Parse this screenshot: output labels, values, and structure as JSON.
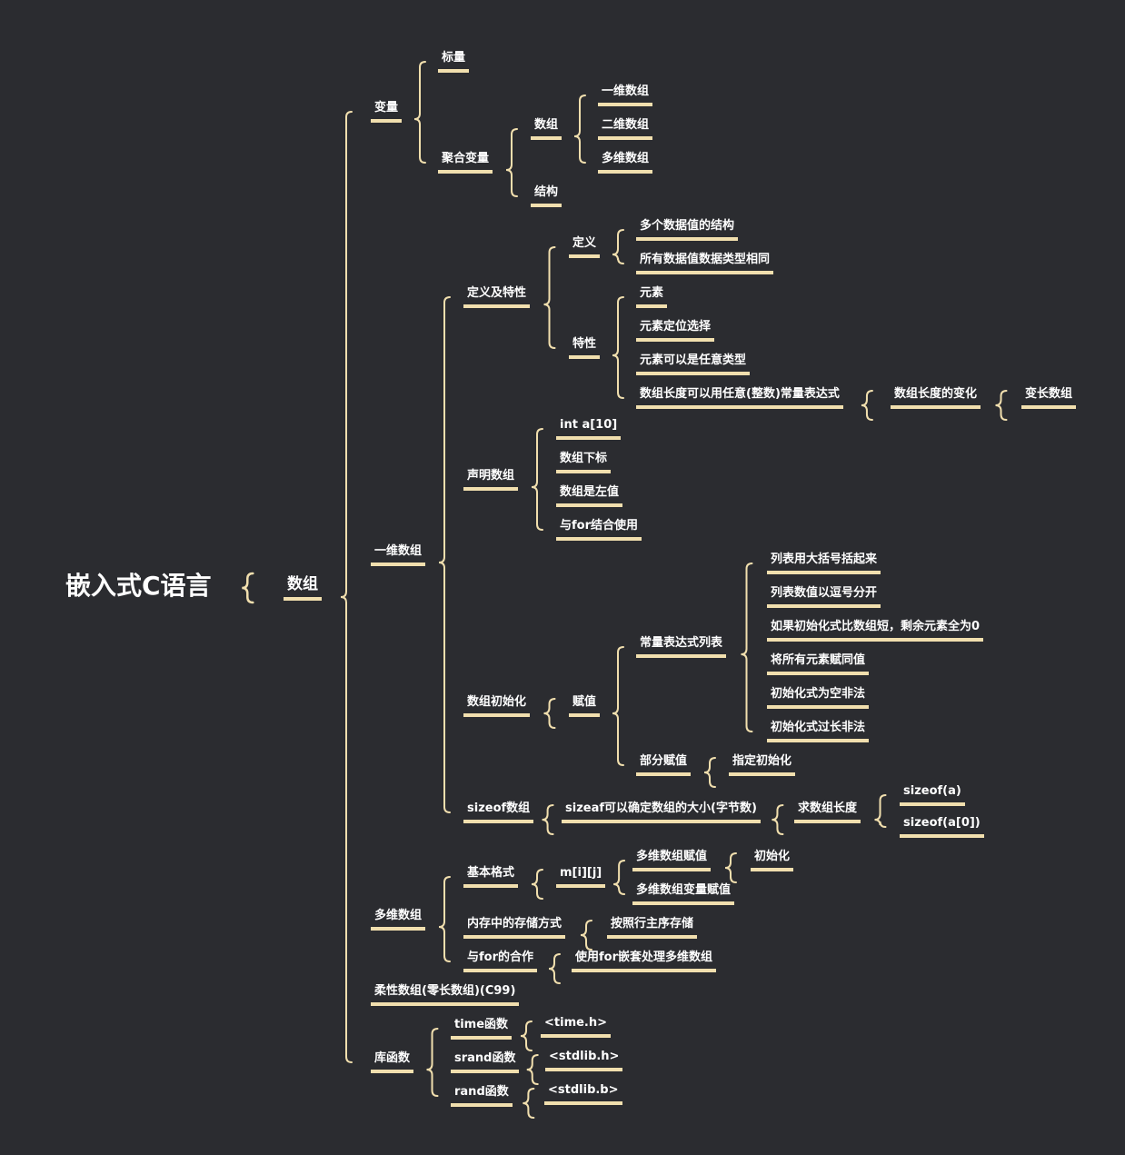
{
  "colors": {
    "background": "#2b2c30",
    "line": "#f1dfae",
    "text": "#ffffff"
  },
  "nodes": [
    {
      "id": "root",
      "text": "嵌入式C语言",
      "kind": "root"
    },
    {
      "id": "arr",
      "text": "数组",
      "kind": "big"
    },
    {
      "id": "var",
      "text": "变量"
    },
    {
      "id": "scalar",
      "text": "标量"
    },
    {
      "id": "agg",
      "text": "聚合变量"
    },
    {
      "id": "agg_arr",
      "text": "数组"
    },
    {
      "id": "one_d",
      "text": "一维数组"
    },
    {
      "id": "two_d",
      "text": "二维数组"
    },
    {
      "id": "multi_d",
      "text": "多维数组"
    },
    {
      "id": "struct",
      "text": "结构"
    },
    {
      "id": "onedim",
      "text": "一维数组"
    },
    {
      "id": "def_feat",
      "text": "定义及特性"
    },
    {
      "id": "def",
      "text": "定义"
    },
    {
      "id": "def1",
      "text": "多个数据值的结构"
    },
    {
      "id": "def2",
      "text": "所有数据值数据类型相同"
    },
    {
      "id": "feat",
      "text": "特性"
    },
    {
      "id": "f1",
      "text": "元素"
    },
    {
      "id": "f2",
      "text": "元素定位选择"
    },
    {
      "id": "f3",
      "text": "元素可以是任意类型"
    },
    {
      "id": "f4",
      "text": "数组长度可以用任意(整数)常量表达式"
    },
    {
      "id": "f4a",
      "text": "数组长度的变化"
    },
    {
      "id": "f4b",
      "text": "变长数组"
    },
    {
      "id": "decl",
      "text": "声明数组"
    },
    {
      "id": "d1",
      "text": "int a[10]"
    },
    {
      "id": "d2",
      "text": "数组下标"
    },
    {
      "id": "d3",
      "text": "数组是左值"
    },
    {
      "id": "d4",
      "text": "与for结合使用"
    },
    {
      "id": "init",
      "text": "数组初始化"
    },
    {
      "id": "assign",
      "text": "赋值"
    },
    {
      "id": "constlist",
      "text": "常量表达式列表"
    },
    {
      "id": "c1",
      "text": "列表用大括号括起来"
    },
    {
      "id": "c2",
      "text": "列表数值以逗号分开"
    },
    {
      "id": "c3",
      "text": "如果初始化式比数组短，剩余元素全为0"
    },
    {
      "id": "c4",
      "text": "将所有元素赋同值"
    },
    {
      "id": "c5",
      "text": "初始化式为空非法"
    },
    {
      "id": "c6",
      "text": "初始化式过长非法"
    },
    {
      "id": "partial",
      "text": "部分赋值"
    },
    {
      "id": "desig",
      "text": "指定初始化"
    },
    {
      "id": "sizeof",
      "text": "sizeof数组"
    },
    {
      "id": "sz1",
      "text": "sizeaf可以确定数组的大小(字节数)"
    },
    {
      "id": "sz2",
      "text": "求数组长度"
    },
    {
      "id": "sz3",
      "text": "sizeof(a)"
    },
    {
      "id": "sz4",
      "text": "sizeof(a[0])"
    },
    {
      "id": "md",
      "text": "多维数组"
    },
    {
      "id": "fmt",
      "text": "基本格式"
    },
    {
      "id": "mij",
      "text": "m[i][j]"
    },
    {
      "id": "mda",
      "text": "多维数组赋值"
    },
    {
      "id": "mdinit",
      "text": "初始化"
    },
    {
      "id": "mdva",
      "text": "多维数组变量赋值"
    },
    {
      "id": "mem",
      "text": "内存中的存储方式"
    },
    {
      "id": "row",
      "text": "按照行主序存储"
    },
    {
      "id": "forc",
      "text": "与for的合作"
    },
    {
      "id": "fornest",
      "text": "使用for嵌套处理多维数组"
    },
    {
      "id": "flex",
      "text": "柔性数组(零长数组)(C99)"
    },
    {
      "id": "lib",
      "text": "库函数"
    },
    {
      "id": "time",
      "text": "time函数"
    },
    {
      "id": "timeh",
      "text": "<time.h>"
    },
    {
      "id": "srand",
      "text": "srand函数"
    },
    {
      "id": "stdlib1",
      "text": "<stdlib.h>"
    },
    {
      "id": "rand",
      "text": "rand函数"
    },
    {
      "id": "stdlib2",
      "text": "<stdlib.b>"
    }
  ],
  "edges": [
    [
      "root",
      "arr"
    ],
    [
      "arr",
      "var"
    ],
    [
      "arr",
      "onedim"
    ],
    [
      "arr",
      "md"
    ],
    [
      "arr",
      "flex"
    ],
    [
      "arr",
      "lib"
    ],
    [
      "var",
      "scalar"
    ],
    [
      "var",
      "agg"
    ],
    [
      "agg",
      "agg_arr"
    ],
    [
      "agg",
      "struct"
    ],
    [
      "agg_arr",
      "one_d"
    ],
    [
      "agg_arr",
      "two_d"
    ],
    [
      "agg_arr",
      "multi_d"
    ],
    [
      "onedim",
      "def_feat"
    ],
    [
      "onedim",
      "decl"
    ],
    [
      "onedim",
      "init"
    ],
    [
      "onedim",
      "sizeof"
    ],
    [
      "def_feat",
      "def"
    ],
    [
      "def_feat",
      "feat"
    ],
    [
      "def",
      "def1"
    ],
    [
      "def",
      "def2"
    ],
    [
      "feat",
      "f1"
    ],
    [
      "feat",
      "f2"
    ],
    [
      "feat",
      "f3"
    ],
    [
      "feat",
      "f4"
    ],
    [
      "f4",
      "f4a"
    ],
    [
      "f4a",
      "f4b"
    ],
    [
      "decl",
      "d1"
    ],
    [
      "decl",
      "d2"
    ],
    [
      "decl",
      "d3"
    ],
    [
      "decl",
      "d4"
    ],
    [
      "init",
      "assign"
    ],
    [
      "assign",
      "constlist"
    ],
    [
      "assign",
      "partial"
    ],
    [
      "constlist",
      "c1"
    ],
    [
      "constlist",
      "c2"
    ],
    [
      "constlist",
      "c3"
    ],
    [
      "constlist",
      "c4"
    ],
    [
      "constlist",
      "c5"
    ],
    [
      "constlist",
      "c6"
    ],
    [
      "partial",
      "desig"
    ],
    [
      "sizeof",
      "sz1"
    ],
    [
      "sz1",
      "sz2"
    ],
    [
      "sz2",
      "sz3"
    ],
    [
      "sz2",
      "sz4"
    ],
    [
      "md",
      "fmt"
    ],
    [
      "md",
      "mem"
    ],
    [
      "md",
      "forc"
    ],
    [
      "fmt",
      "mij"
    ],
    [
      "mij",
      "mda"
    ],
    [
      "mij",
      "mdva"
    ],
    [
      "mda",
      "mdinit"
    ],
    [
      "mem",
      "row"
    ],
    [
      "forc",
      "fornest"
    ],
    [
      "lib",
      "time"
    ],
    [
      "lib",
      "srand"
    ],
    [
      "lib",
      "rand"
    ],
    [
      "time",
      "timeh"
    ],
    [
      "srand",
      "stdlib1"
    ],
    [
      "rand",
      "stdlib2"
    ]
  ]
}
